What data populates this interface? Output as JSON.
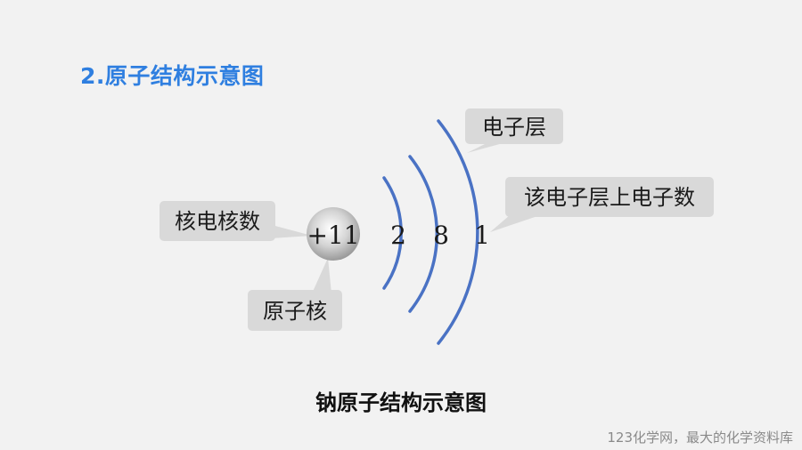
{
  "title": "2.原子结构示意图",
  "nucleus": {
    "charge": "+11"
  },
  "shells": [
    "2",
    "8",
    "1"
  ],
  "callouts": {
    "electron_shell": "电子层",
    "electrons_on_shell": "该电子层上电子数",
    "nuclear_charge": "核电核数",
    "nucleus": "原子核"
  },
  "caption": "钠原子结构示意图",
  "footer": "123化学网，最大的化学资料库",
  "colors": {
    "title": "#2f7fe0",
    "arc": "#4a72c4",
    "callout_box": "#d9d9d9",
    "background": "#f2f2f2"
  }
}
